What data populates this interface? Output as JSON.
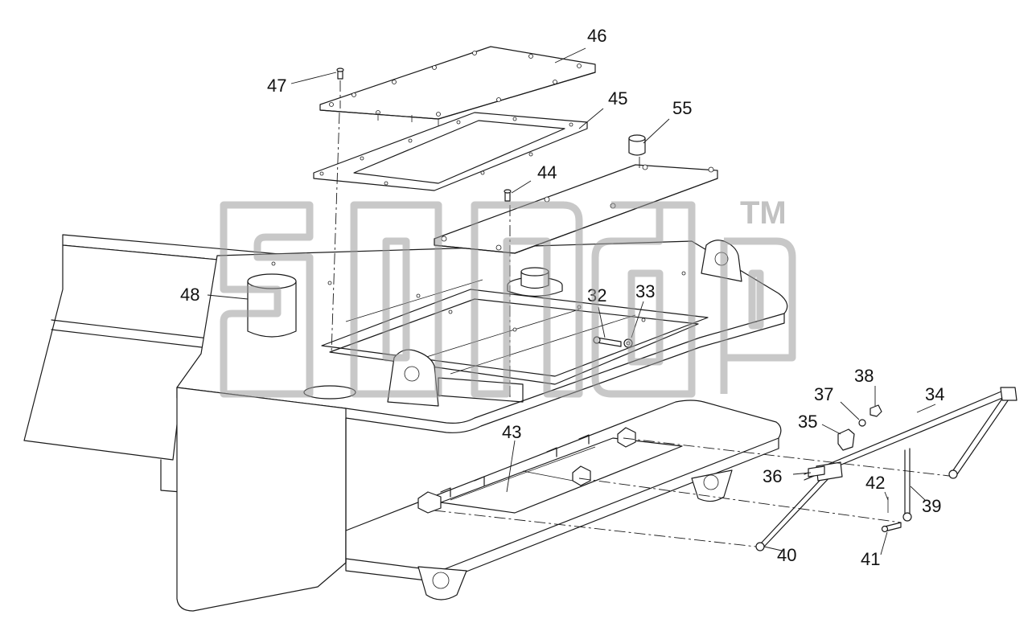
{
  "callouts": {
    "c32": "32",
    "c33": "33",
    "c34": "34",
    "c35": "35",
    "c36": "36",
    "c37": "37",
    "c38": "38",
    "c39": "39",
    "c40": "40",
    "c41": "41",
    "c42": "42",
    "c43": "43",
    "c44": "44",
    "c45": "45",
    "c46": "46",
    "c47": "47",
    "c48": "48",
    "c55": "55"
  },
  "watermark": {
    "trademark": "TM"
  }
}
